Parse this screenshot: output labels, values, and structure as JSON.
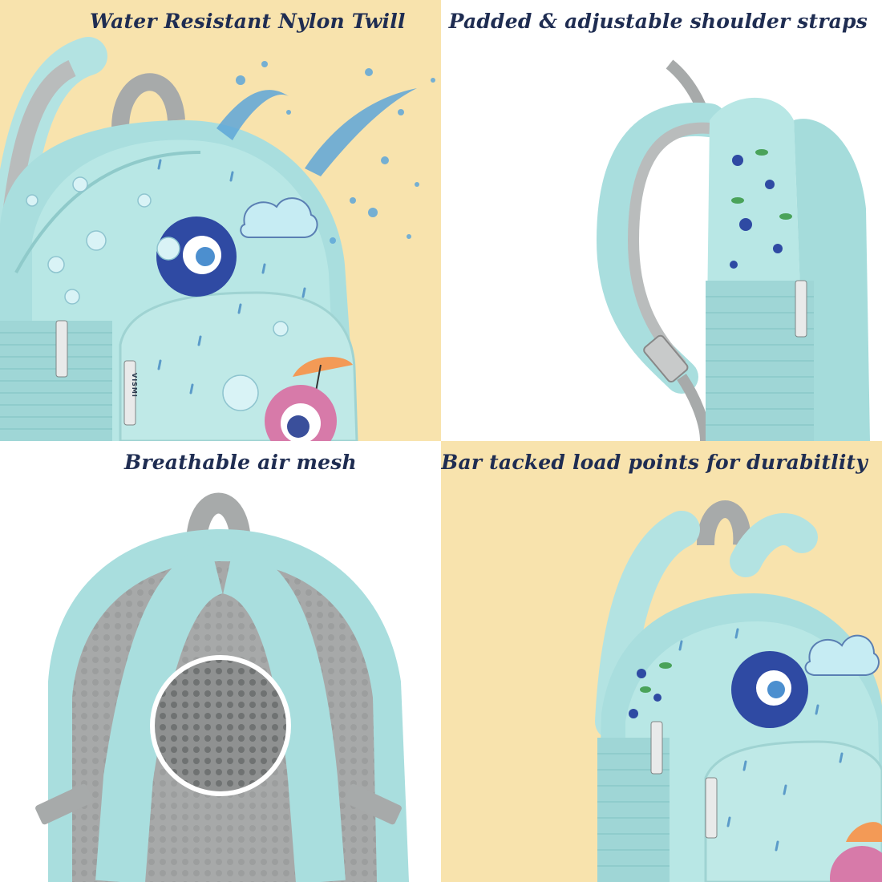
{
  "panels": [
    {
      "caption": "Water Resistant Nylon Twill"
    },
    {
      "caption": "Padded & adjustable shoulder straps"
    },
    {
      "caption": "Breathable air mesh"
    },
    {
      "caption": "Bar tacked load points for durabitlity"
    }
  ],
  "brand": {
    "name": "VISMI"
  },
  "colors": {
    "background_tint": "#f8e3ad",
    "bag_fabric": "#a9dede",
    "strap_webbing": "#a7aaaa",
    "caption_text": "#1f2d52"
  }
}
